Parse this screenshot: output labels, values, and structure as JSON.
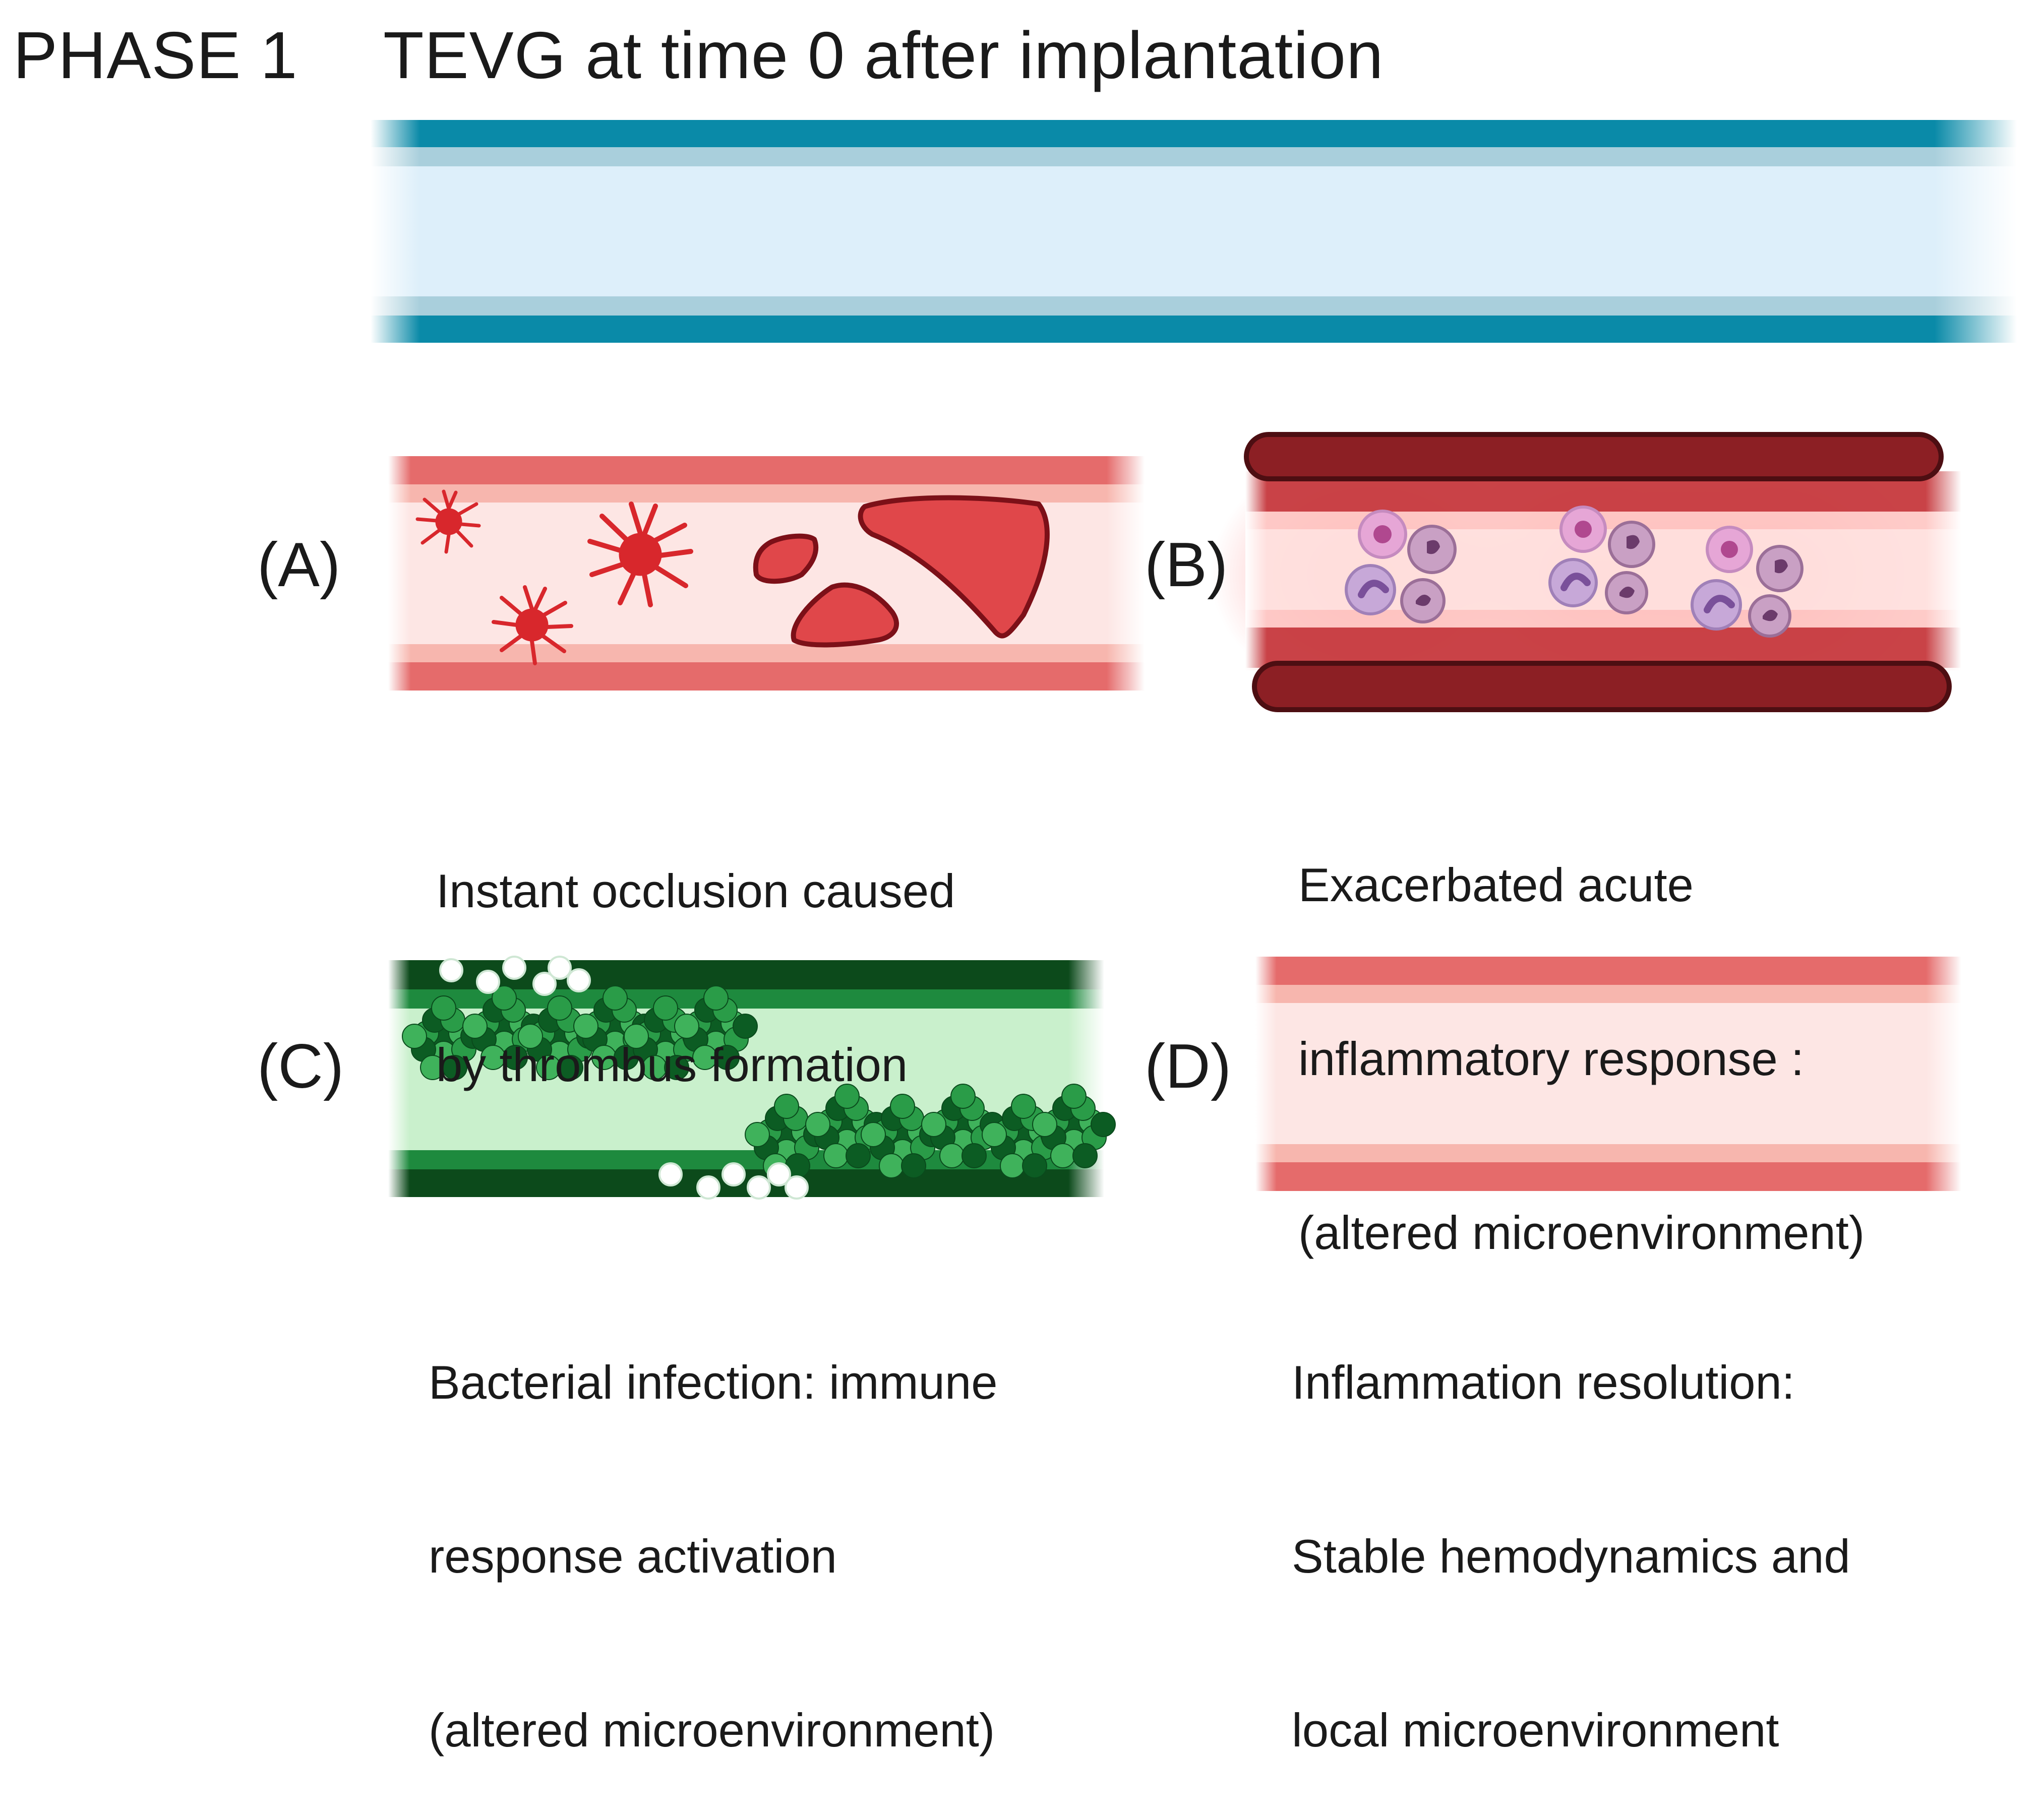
{
  "header": {
    "phase_label": "PHASE 1",
    "title": "TEVG at time 0 after implantation"
  },
  "panels": [
    {
      "id": "A",
      "label": "(A)",
      "caption_lines": [
        "Instant occlusion caused",
        "by thrombus formation"
      ]
    },
    {
      "id": "B",
      "label": "(B)",
      "caption_lines": [
        "Exacerbated acute",
        "inflammatory response :",
        "(altered microenvironment)"
      ]
    },
    {
      "id": "C",
      "label": "(C)",
      "caption_lines": [
        "Bacterial infection: immune",
        "response activation",
        "(altered microenvironment)"
      ]
    },
    {
      "id": "D",
      "label": "(D)",
      "caption_lines": [
        "Inflammation resolution:",
        "Stable hemodynamics and",
        "local microenvironment"
      ]
    }
  ],
  "colors": {
    "tevg_wall": "#0a8aa8",
    "tevg_wall_light": "#a9cfdc",
    "tevg_lumen": "#ddeffa",
    "vessel_wall_red": "#e56b6b",
    "vessel_wall_pink": "#f7b6ae",
    "vessel_lumen_pink": "#fde6e4",
    "thrombus_red": "#e0474a",
    "thrombus_outline": "#7c1018",
    "inflamed_wall": "#8c1f24",
    "inflamed_glow": "#ff4040",
    "bacteria_dark": "#0c5c23",
    "bacteria_mid": "#2a9c48",
    "bacteria_lumen": "#c9f0cc",
    "leukocyte_purple": "#b48cc8"
  }
}
